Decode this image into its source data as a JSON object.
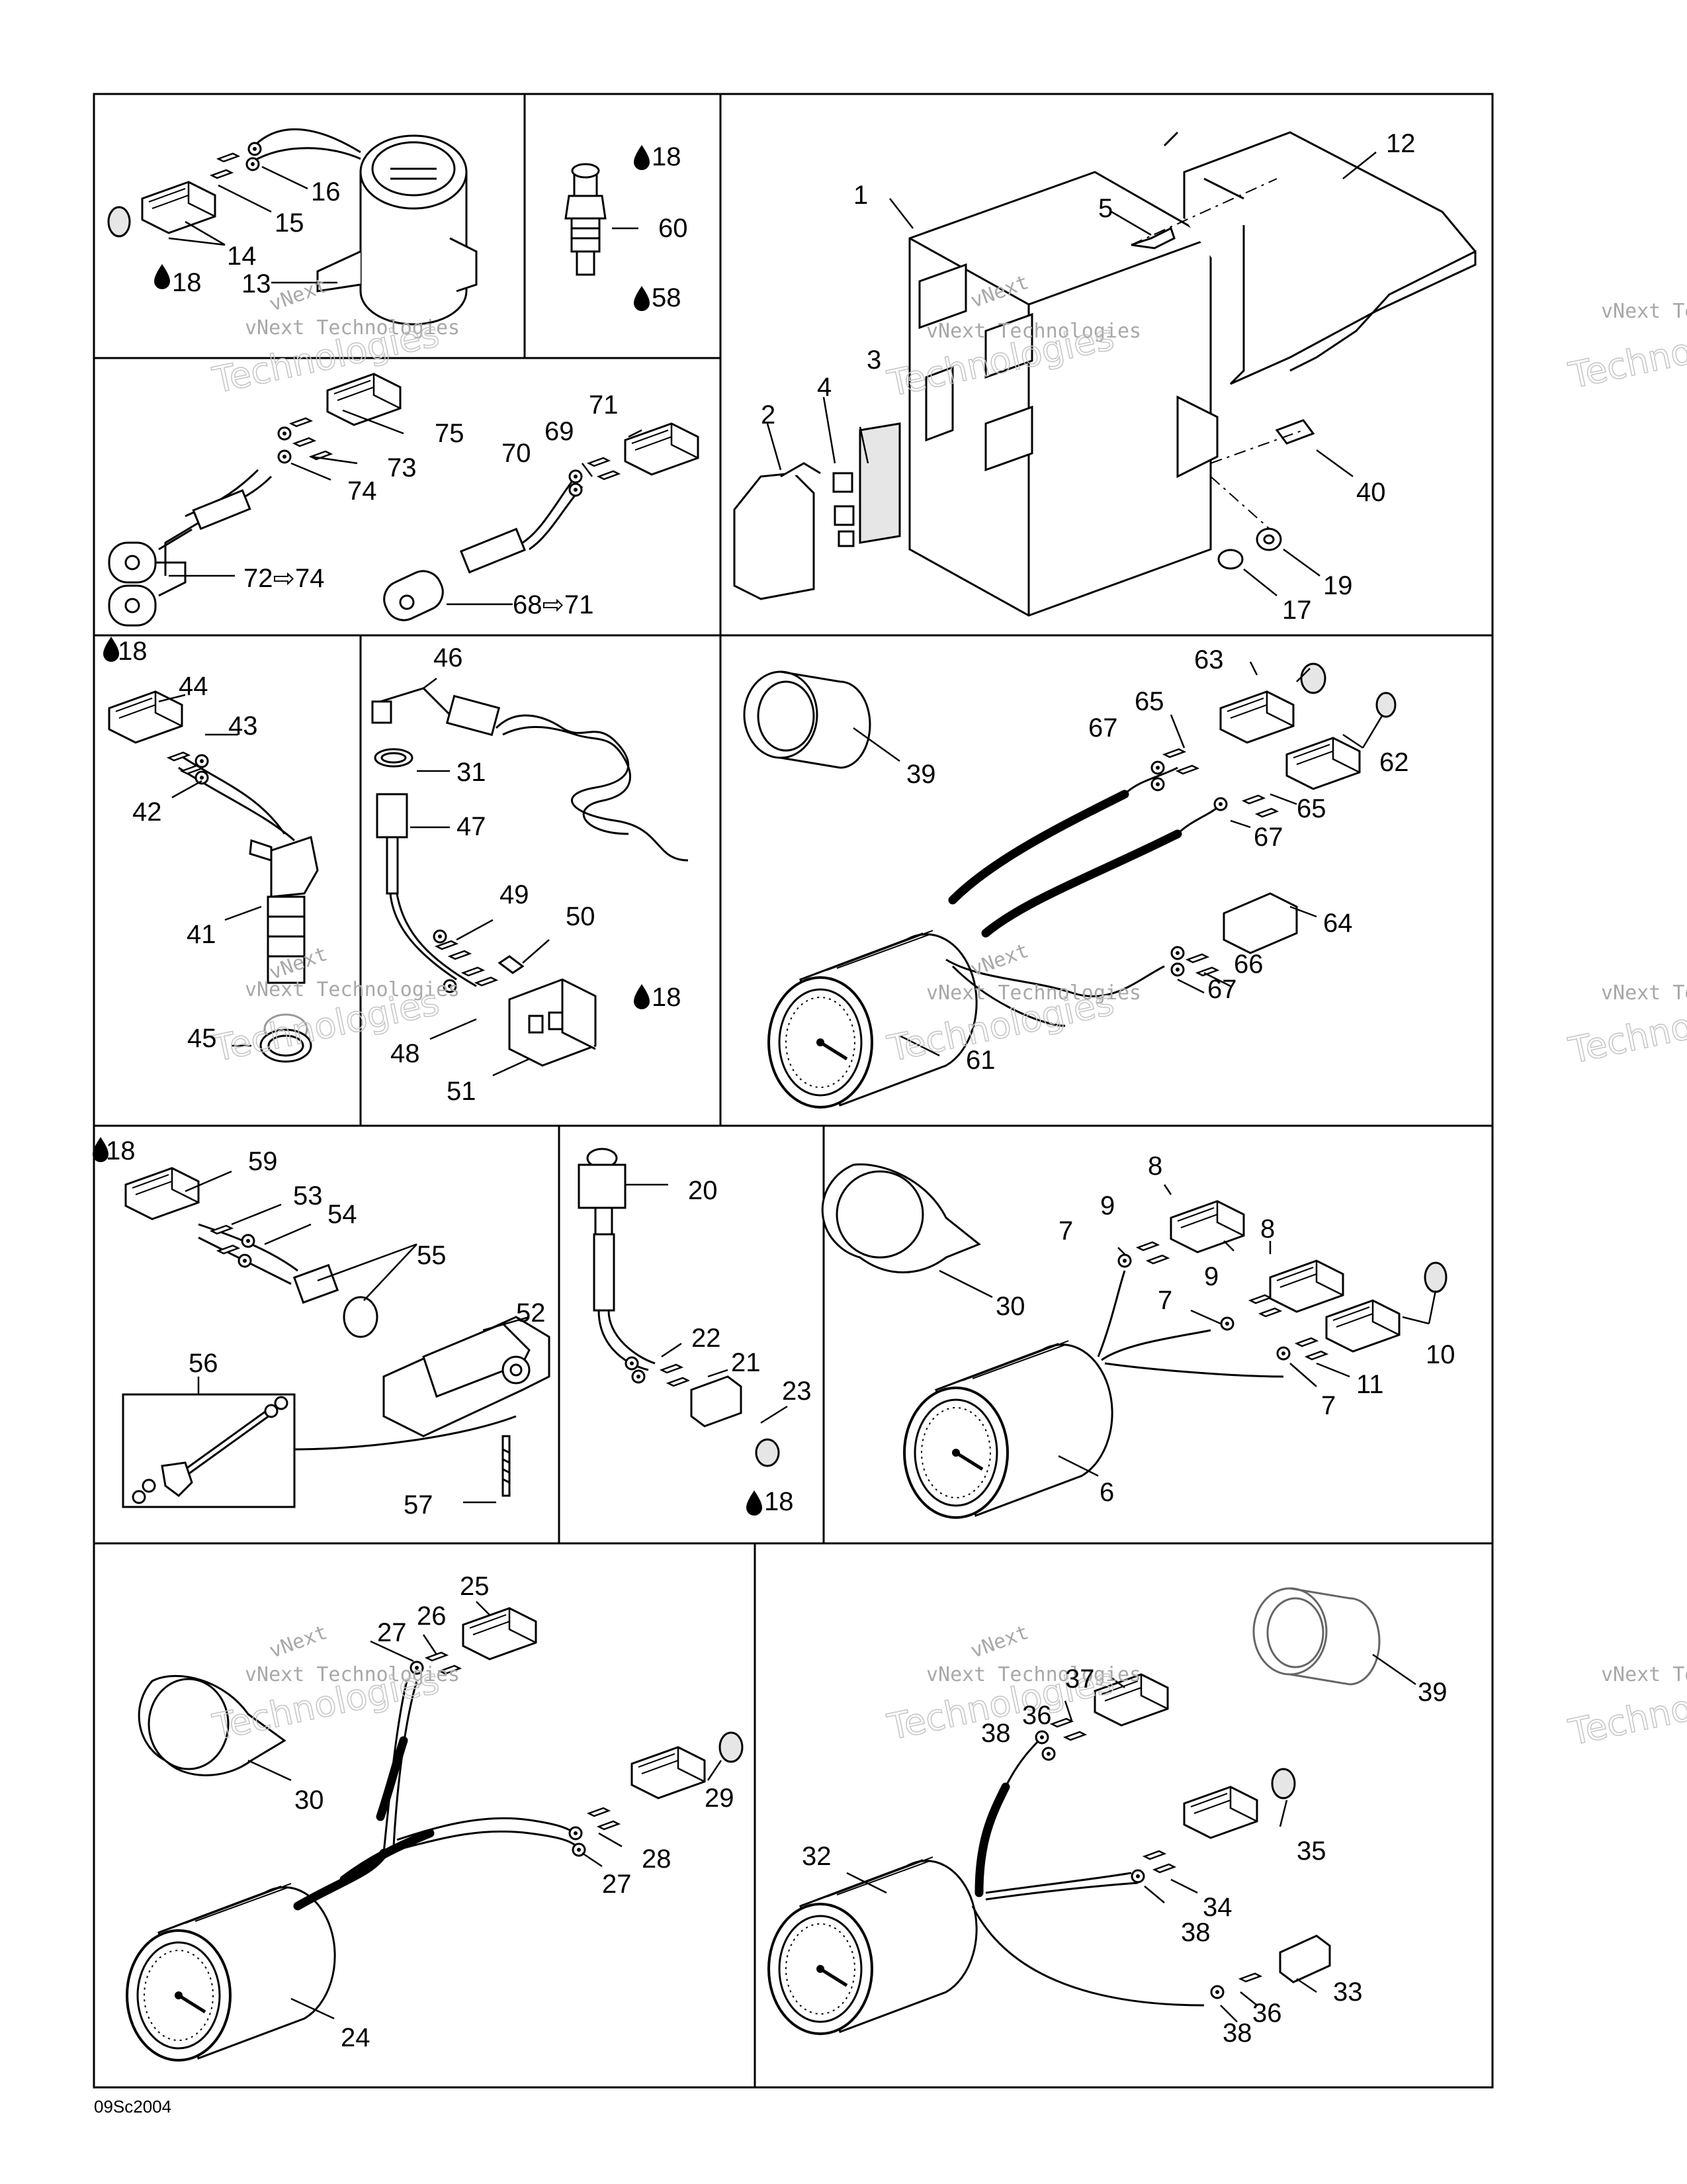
{
  "figure_code": "09Sc2004",
  "watermark": {
    "line1": "vNext",
    "line2": "vNext Technologies",
    "line3": "Technologies"
  },
  "callouts": {
    "c1": "1",
    "c2": "2",
    "c3": "3",
    "c4": "4",
    "c5": "5",
    "c6": "6",
    "c7a": "7",
    "c7b": "7",
    "c7c": "7",
    "c8a": "8",
    "c8b": "8",
    "c9a": "9",
    "c9b": "9",
    "c10": "10",
    "c11": "11",
    "c12": "12",
    "c13": "13",
    "c14": "14",
    "c15": "15",
    "c16": "16",
    "c17": "17",
    "c19": "19",
    "c20": "20",
    "c21": "21",
    "c22": "22",
    "c23": "23",
    "c24": "24",
    "c25": "25",
    "c26": "26",
    "c27a": "27",
    "c27b": "27",
    "c28": "28",
    "c29": "29",
    "c30a": "30",
    "c30b": "30",
    "c31": "31",
    "c32": "32",
    "c33": "33",
    "c34": "34",
    "c35": "35",
    "c36a": "36",
    "c36b": "36",
    "c37": "37",
    "c38a": "38",
    "c38b": "38",
    "c38c": "38",
    "c39a": "39",
    "c39b": "39",
    "c40": "40",
    "c41": "41",
    "c42": "42",
    "c43": "43",
    "c44": "44",
    "c45": "45",
    "c46": "46",
    "c47": "47",
    "c48": "48",
    "c49": "49",
    "c50": "50",
    "c51": "51",
    "c52": "52",
    "c53": "53",
    "c54": "54",
    "c55": "55",
    "c56": "56",
    "c57": "57",
    "c59": "59",
    "c60": "60",
    "c61": "61",
    "c62": "62",
    "c63": "63",
    "c64": "64",
    "c65a": "65",
    "c65b": "65",
    "c66": "66",
    "c67a": "67",
    "c67b": "67",
    "c67c": "67",
    "c69": "69",
    "c70": "70",
    "c71": "71",
    "c72": "72⇨74",
    "c68": "68⇨71",
    "c73": "73",
    "c74": "74",
    "c75": "75",
    "d18a": "18",
    "d18b": "18",
    "d18c": "18",
    "d18d": "18",
    "d18e": "18",
    "d18f": "18",
    "d58": "58"
  }
}
